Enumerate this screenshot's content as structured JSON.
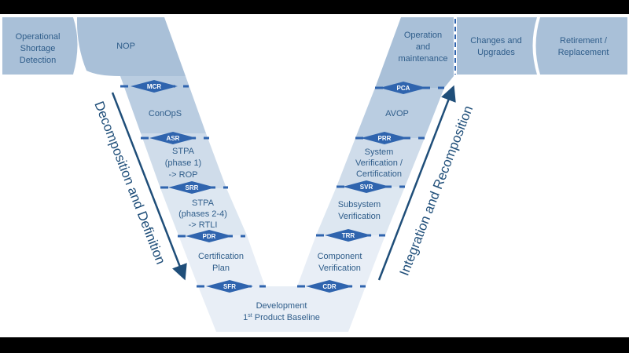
{
  "colors": {
    "band_dark": "#a9c0d8",
    "band_mid": "#bacde1",
    "band_light": "#cfdcea",
    "band_lighter": "#dde7f1",
    "band_lightest": "#e8eef6",
    "milestone": "#2f64ae",
    "text": "#2f5d8a",
    "arrow": "#1f4e79"
  },
  "top_left": {
    "shortage": [
      "Operational",
      "Shortage",
      "Detection"
    ],
    "nop": "NOP"
  },
  "top_right": {
    "operation": [
      "Operation",
      "and",
      "maintenance"
    ],
    "changes": [
      "Changes and",
      "Upgrades"
    ],
    "retirement": [
      "Retirement /",
      "Replacement"
    ]
  },
  "left_stages": {
    "conops": "ConOpS",
    "stpa1": [
      "STPA",
      "(phase 1)",
      "-> ROP"
    ],
    "stpa24": [
      "STPA",
      "(phases 2-4)",
      "-> RTLI"
    ],
    "cert_plan": [
      "Certification",
      "Plan"
    ]
  },
  "right_stages": {
    "avop": "AVOP",
    "sys_verif": [
      "System",
      "Verification /",
      "Certification"
    ],
    "subsys": [
      "Subsystem",
      "Verification"
    ],
    "component": [
      "Component",
      "Verification"
    ]
  },
  "bottom": {
    "development": "Development",
    "baseline_pre": "1",
    "baseline_sup": "st",
    "baseline_post": " Product Baseline"
  },
  "milestones": {
    "mcr": "MCR",
    "asr": "ASR",
    "srr": "SRR",
    "pdr": "PDR",
    "sfr": "SFR",
    "pca": "PCA",
    "prr": "PRR",
    "svr": "SVR",
    "trr": "TRR",
    "cdr": "CDR"
  },
  "side_labels": {
    "left": "Decomposition and Definition",
    "right": "Integration and Recomposition"
  }
}
